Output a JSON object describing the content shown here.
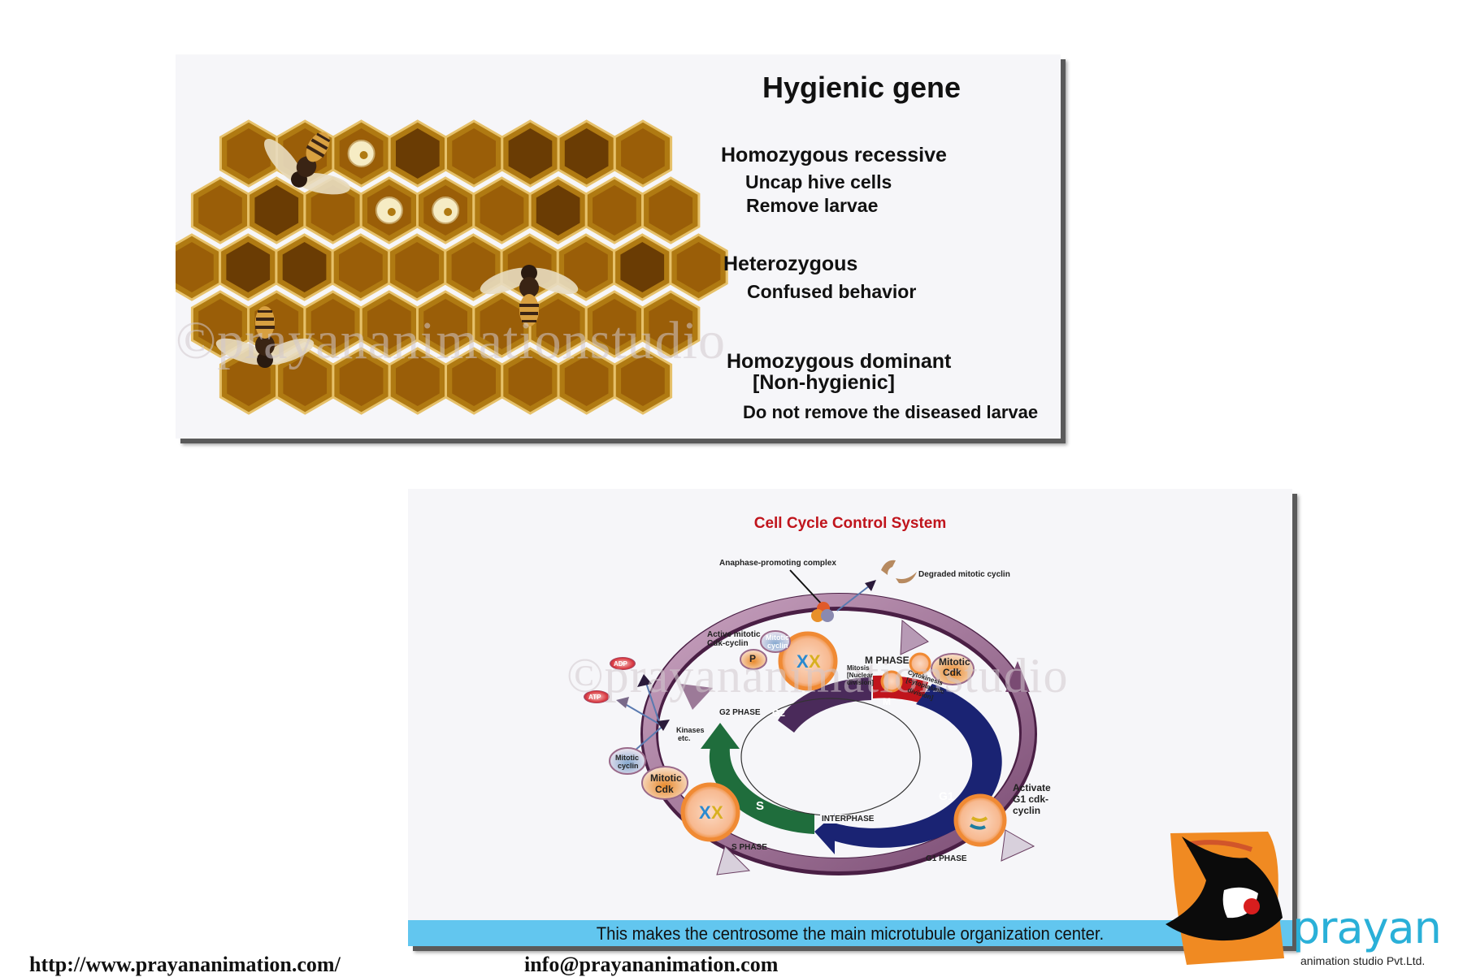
{
  "hygienic_panel": {
    "title": "Hygienic gene",
    "genotypes": [
      {
        "heading": "Homozygous recessive",
        "lines": [
          "Uncap hive cells",
          "Remove larvae"
        ]
      },
      {
        "heading": "Heterozygous",
        "lines": [
          "Confused behavior"
        ]
      },
      {
        "heading": "Homozygous dominant",
        "subheading": "[Non-hygienic]",
        "lines": [
          "Do not remove the diseased larvae"
        ]
      }
    ],
    "watermark": "©prayananimationstudio"
  },
  "cell_cycle_panel": {
    "title": "Cell Cycle Control System",
    "labels": {
      "apc": "Anaphase-promoting complex",
      "degraded": "Degraded mitotic cyclin",
      "active_mitotic_1": "Active mitotic",
      "active_mitotic_2": "Cdk-cyclin",
      "mitotic_cyclin_1": "Mitotic",
      "mitotic_cyclin_2": "cyclin",
      "p": "P",
      "m_phase": "M PHASE",
      "mitosis_1": "Mitosis",
      "mitosis_2": "[Nuclear",
      "mitosis_3": "division]",
      "cyto_1": "Cytokinesis",
      "cyto_2": "[cytoplasmic",
      "cyto_3": "division]",
      "mitotic_cdk_1": "Mitotic",
      "mitotic_cdk_2": "Cdk",
      "adp": "ADP",
      "atp": "ATP",
      "kinases_1": "Kinases",
      "kinases_2": "etc.",
      "g2_phase": "G2 PHASE",
      "g2": "G2",
      "m": "M",
      "s": "S",
      "g1": "G1",
      "interphase": "INTERPHASE",
      "s_phase": "S PHASE",
      "g1_phase": "G1 PHASE",
      "activate_1": "Activate",
      "activate_2": "G1 cdk-",
      "activate_3": "cyclin"
    },
    "caption": "This makes the centrosome the main microtubule organization center.",
    "watermark": "©prayananimationstudio"
  },
  "footer": {
    "website": "http://www.prayananimation.com/",
    "email": "info@prayananimation.com"
  },
  "logo": {
    "brand": "prayan",
    "tagline": "animation studio Pvt.Ltd."
  },
  "colors": {
    "caption_bar": "#62c6ef",
    "title_red": "#c0141c",
    "honey": "#b07a12",
    "brand_cyan": "#2ab0d8"
  }
}
